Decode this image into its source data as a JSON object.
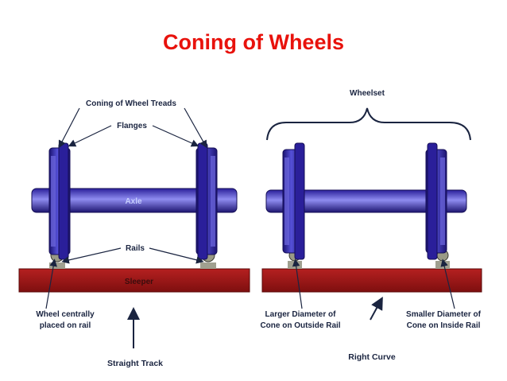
{
  "title": "Coning of Wheels",
  "colors": {
    "title": "#e8120c",
    "wheel": "#2a1f9a",
    "wheel_light": "#6f6ae0",
    "sleeper": "#9e1616",
    "rail": "#8a8a7a",
    "label": "#1a2440"
  },
  "left_diagram": {
    "coning_label": "Coning of Wheel Treads",
    "flanges_label": "Flanges",
    "axle_label": "Axle",
    "rails_label": "Rails",
    "sleeper_label": "Sleeper",
    "wheel_central_line1": "Wheel centrally",
    "wheel_central_line2": "placed on rail",
    "caption": "Straight Track"
  },
  "right_diagram": {
    "wheelset_label": "Wheelset",
    "larger_line1": "Larger Diameter of",
    "larger_line2": "Cone on Outside Rail",
    "smaller_line1": "Smaller Diameter of",
    "smaller_line2": "Cone on Inside Rail",
    "caption": "Right Curve"
  }
}
